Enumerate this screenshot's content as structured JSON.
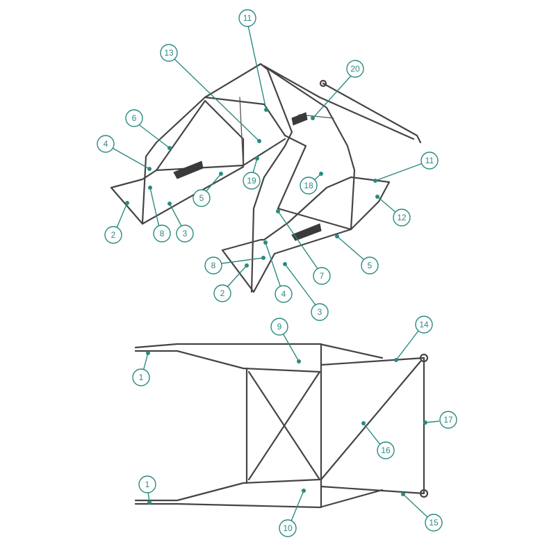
{
  "colors": {
    "frame": "#444444",
    "accent": "#2b8a80",
    "background": "#ffffff"
  },
  "callouts": {
    "top_view": [
      "11",
      "13",
      "20",
      "6",
      "4",
      "18",
      "19",
      "11",
      "12",
      "5",
      "2",
      "8",
      "3",
      "8",
      "7",
      "5",
      "2",
      "4",
      "3"
    ],
    "plan_view": [
      "9",
      "14",
      "1",
      "17",
      "16",
      "1",
      "10",
      "15"
    ]
  }
}
